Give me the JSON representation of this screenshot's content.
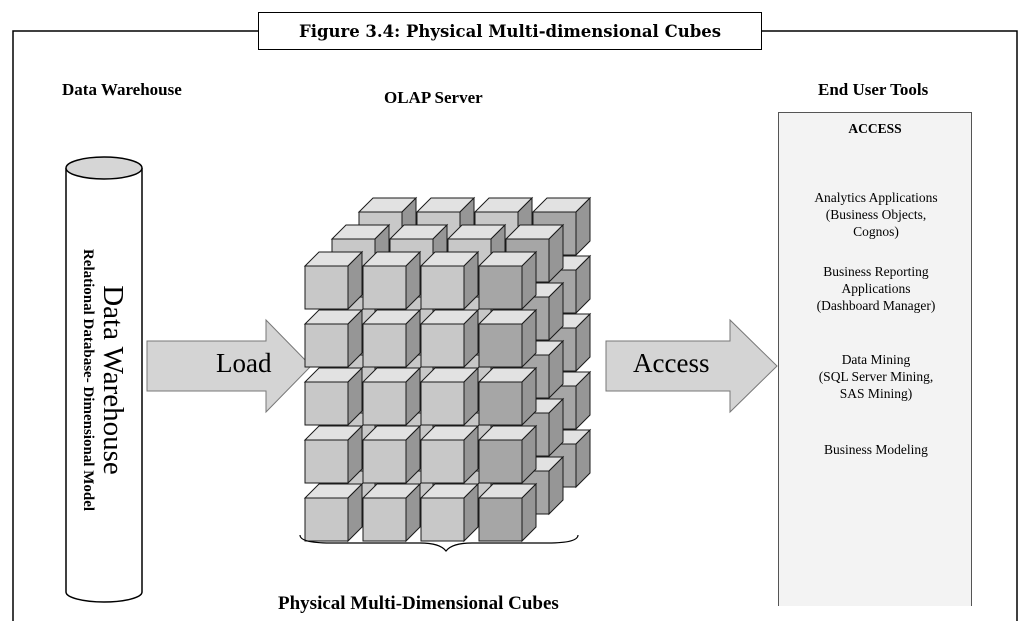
{
  "figure": {
    "caption": "Figure 3.4: Physical Multi-dimensional Cubes"
  },
  "headings": {
    "data_warehouse": "Data Warehouse",
    "olap_server": "OLAP Server",
    "end_user_tools": "End User Tools"
  },
  "cylinder": {
    "title": "Data Warehouse",
    "subtitle": "Relational Database- Dimensional Model"
  },
  "arrows": {
    "load": "Load",
    "access": "Access"
  },
  "cubes": {
    "caption": "Physical Multi-Dimensional Cubes",
    "columns": 4,
    "rows": 5,
    "layers": 3
  },
  "tools": {
    "header": "ACCESS",
    "items": [
      {
        "line1": "Analytics Applications",
        "line2": "(Business Objects,",
        "line3": "Cognos)"
      },
      {
        "line1": "Business Reporting",
        "line2": "Applications",
        "line3": "(Dashboard Manager)"
      },
      {
        "line1": "Data Mining",
        "line2": "(SQL Server Mining,",
        "line3": "SAS Mining)"
      },
      {
        "line1": "Business Modeling"
      }
    ]
  },
  "colors": {
    "cube_front_light": "#c8c8c8",
    "cube_front_dark": "#a6a6a6",
    "cube_top": "#e2e2e2",
    "cube_side": "#969696",
    "arrow_fill": "#d4d4d4",
    "panel_fill": "#f3f3f3"
  }
}
